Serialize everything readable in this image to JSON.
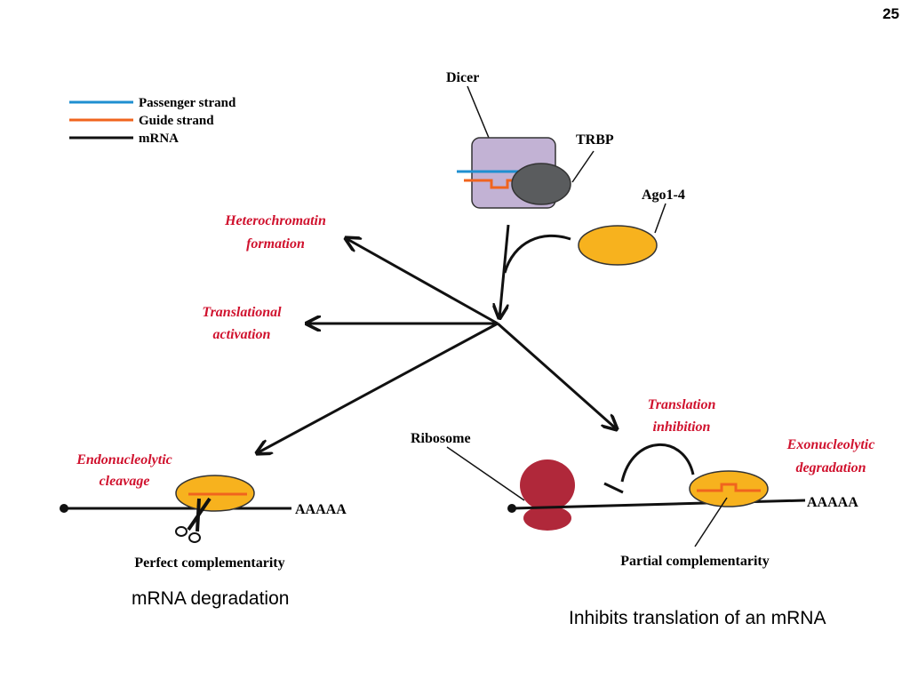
{
  "slide": {
    "page_number": "25",
    "caption_left": "mRNA degradation",
    "caption_right": "Inhibits translation of an mRNA"
  },
  "legend": {
    "items": [
      {
        "label": "Passenger strand",
        "color": "#1f8fd0"
      },
      {
        "label": "Guide strand",
        "color": "#f0641e"
      },
      {
        "label": "mRNA",
        "color": "#111111"
      }
    ]
  },
  "labels": {
    "dicer": "Dicer",
    "trbp": "TRBP",
    "ago": "Ago1-4",
    "ribosome": "Ribosome",
    "polya_left": "AAAAA",
    "polya_right": "AAAAA",
    "perfect": "Perfect complementarity",
    "partial": "Partial complementarity"
  },
  "outcomes": {
    "heterochromatin": [
      "Heterochromatin",
      "formation"
    ],
    "translational_activation": [
      "Translational",
      "activation"
    ],
    "endonucleolytic": [
      "Endonucleolytic",
      "cleavage"
    ],
    "translation_inhibition": [
      "Translation",
      "inhibition"
    ],
    "exonucleolytic": [
      "Exonucleolytic",
      "degradation"
    ]
  },
  "colors": {
    "red_label": "#d0122e",
    "dicer_fill": "#c2b2d4",
    "trbp_fill": "#5a5c5e",
    "ago_fill": "#f7b21e",
    "ribosome_fill": "#b0283a"
  }
}
